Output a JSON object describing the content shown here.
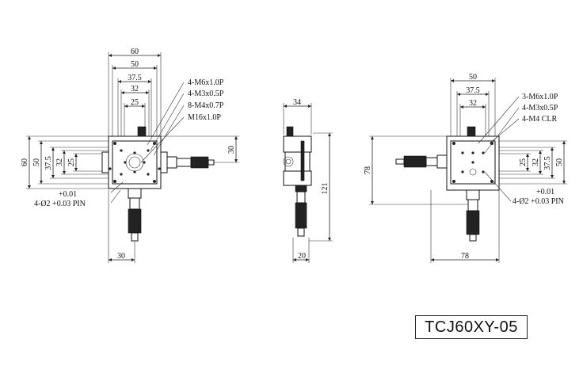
{
  "title": "TCJ60XY-05",
  "front_view": {
    "dims_top": [
      "60",
      "50",
      "37.5",
      "32",
      "25"
    ],
    "dims_left": [
      "60",
      "50",
      "37.5",
      "32",
      "25"
    ],
    "dim_right": "30",
    "dim_bottom": "30",
    "callouts": [
      "4-M6x1.0P",
      "4-M3x0.5P",
      "8-M4x0.7P",
      "M16x1.0P"
    ],
    "pin_tol_upper": "+0.01",
    "pin_label": "4-Ø2 +0.03 PIN"
  },
  "side_view": {
    "dim_top": "34",
    "dim_right": "121",
    "dim_bottom": "20"
  },
  "right_view": {
    "dims_top": [
      "50",
      "37.5",
      "32"
    ],
    "dims_right": [
      "25",
      "32",
      "37.5",
      "50"
    ],
    "dim_left": "78",
    "dim_bottom": "78",
    "callouts": [
      "3-M6x1.0P",
      "4-M3x0.5P",
      "4-M4 CLR"
    ],
    "pin_tol_upper": "+0.01",
    "pin_label": "4-Ø2 +0.03 PIN"
  }
}
